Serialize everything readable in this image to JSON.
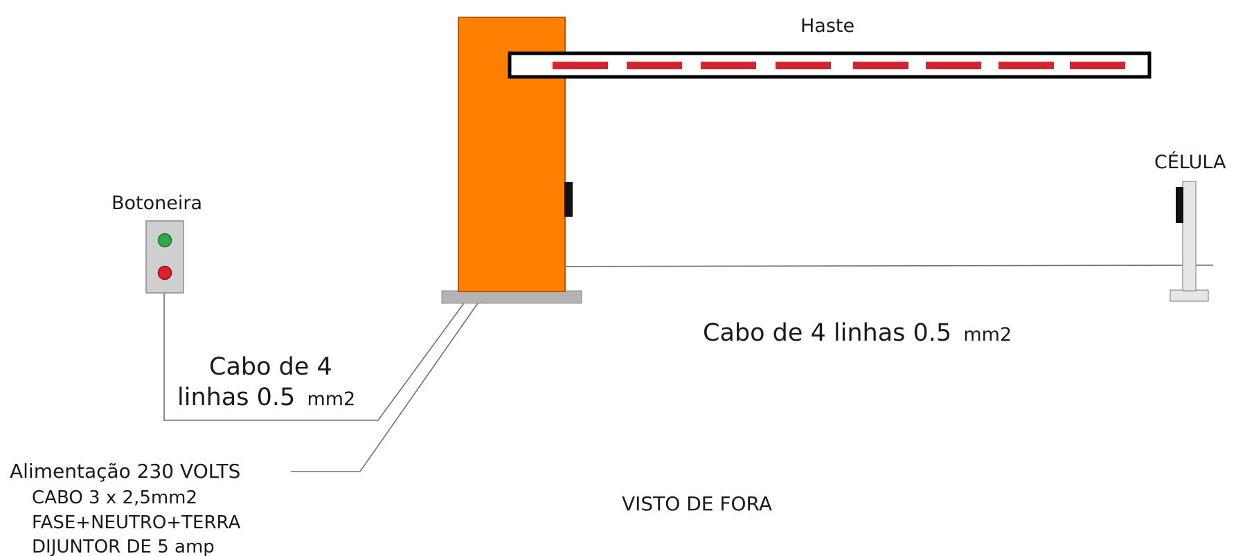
{
  "labels": {
    "haste": "Haste",
    "celula": "CÉLULA",
    "botoneira": "Botoneira",
    "cabo_celula_main": "Cabo de 4 linhas 0.5",
    "cabo_celula_unit": "mm2",
    "cabo_botoneira_line1": "Cabo de 4",
    "cabo_botoneira_line2_main": "linhas 0.5",
    "cabo_botoneira_line2_unit": "mm2",
    "alimentacao": "Alimentação 230 VOLTS",
    "cabo_power": "CABO 3 x 2,5mm2",
    "fase": "FASE+NEUTRO+TERRA",
    "dijuntor": "DIJUNTOR DE 5 amp",
    "visto": "VISTO DE FORA"
  },
  "colors": {
    "barrier_body": "#ff7f00",
    "barrier_stripe": "#d3242f",
    "button_green": "#2ea84a",
    "button_red": "#e0202a",
    "control_box": "#cfcfcf",
    "base_plate": "#b3b3b3",
    "wire": "#707070",
    "sensor_black": "#111111"
  },
  "icons": {
    "barrier": "barrier-gate-icon",
    "control_box": "push-button-box-icon",
    "photocell": "photocell-post-icon"
  }
}
